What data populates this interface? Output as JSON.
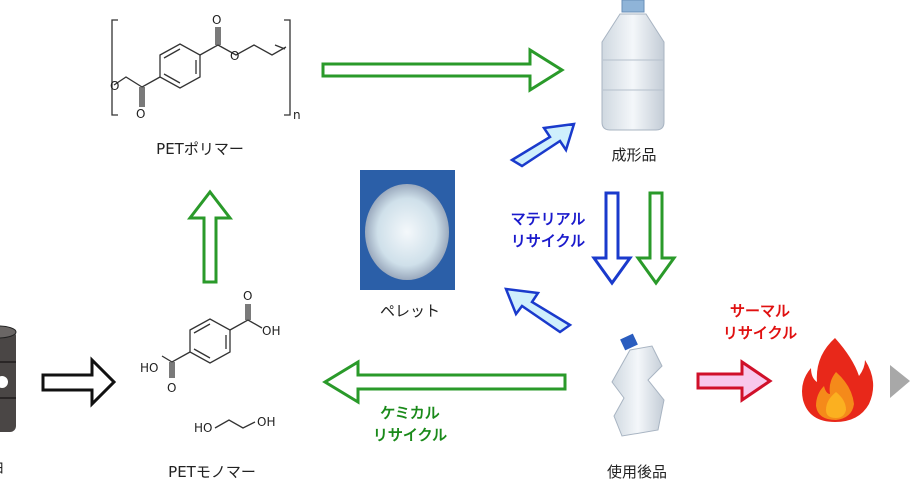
{
  "nodes": {
    "polymer": {
      "label": "PETポリマー",
      "subscript": "n"
    },
    "molded": {
      "label": "成形品"
    },
    "pellet": {
      "label": "ペレット"
    },
    "used": {
      "label": "使用後品"
    },
    "monomer": {
      "label": "PETモノマー",
      "oh1": "OH",
      "ho1": "HO",
      "o1": "O",
      "o2": "O",
      "ho2": "HO",
      "oh2": "OH"
    },
    "oil": {
      "label": "油"
    }
  },
  "recycling": {
    "material": {
      "line1": "マテリアル",
      "line2": "リサイクル",
      "color": "#1a1acc"
    },
    "chemical": {
      "line1": "ケミカル",
      "line2": "リサイクル",
      "color": "#1a8a1a"
    },
    "thermal": {
      "line1": "サーマル",
      "line2": "リサイクル",
      "color": "#e01010"
    }
  },
  "colors": {
    "green_arrow": "#2a9a2a",
    "blue_arrow": "#1a3acc",
    "pink_arrow": "#d0102a"
  }
}
